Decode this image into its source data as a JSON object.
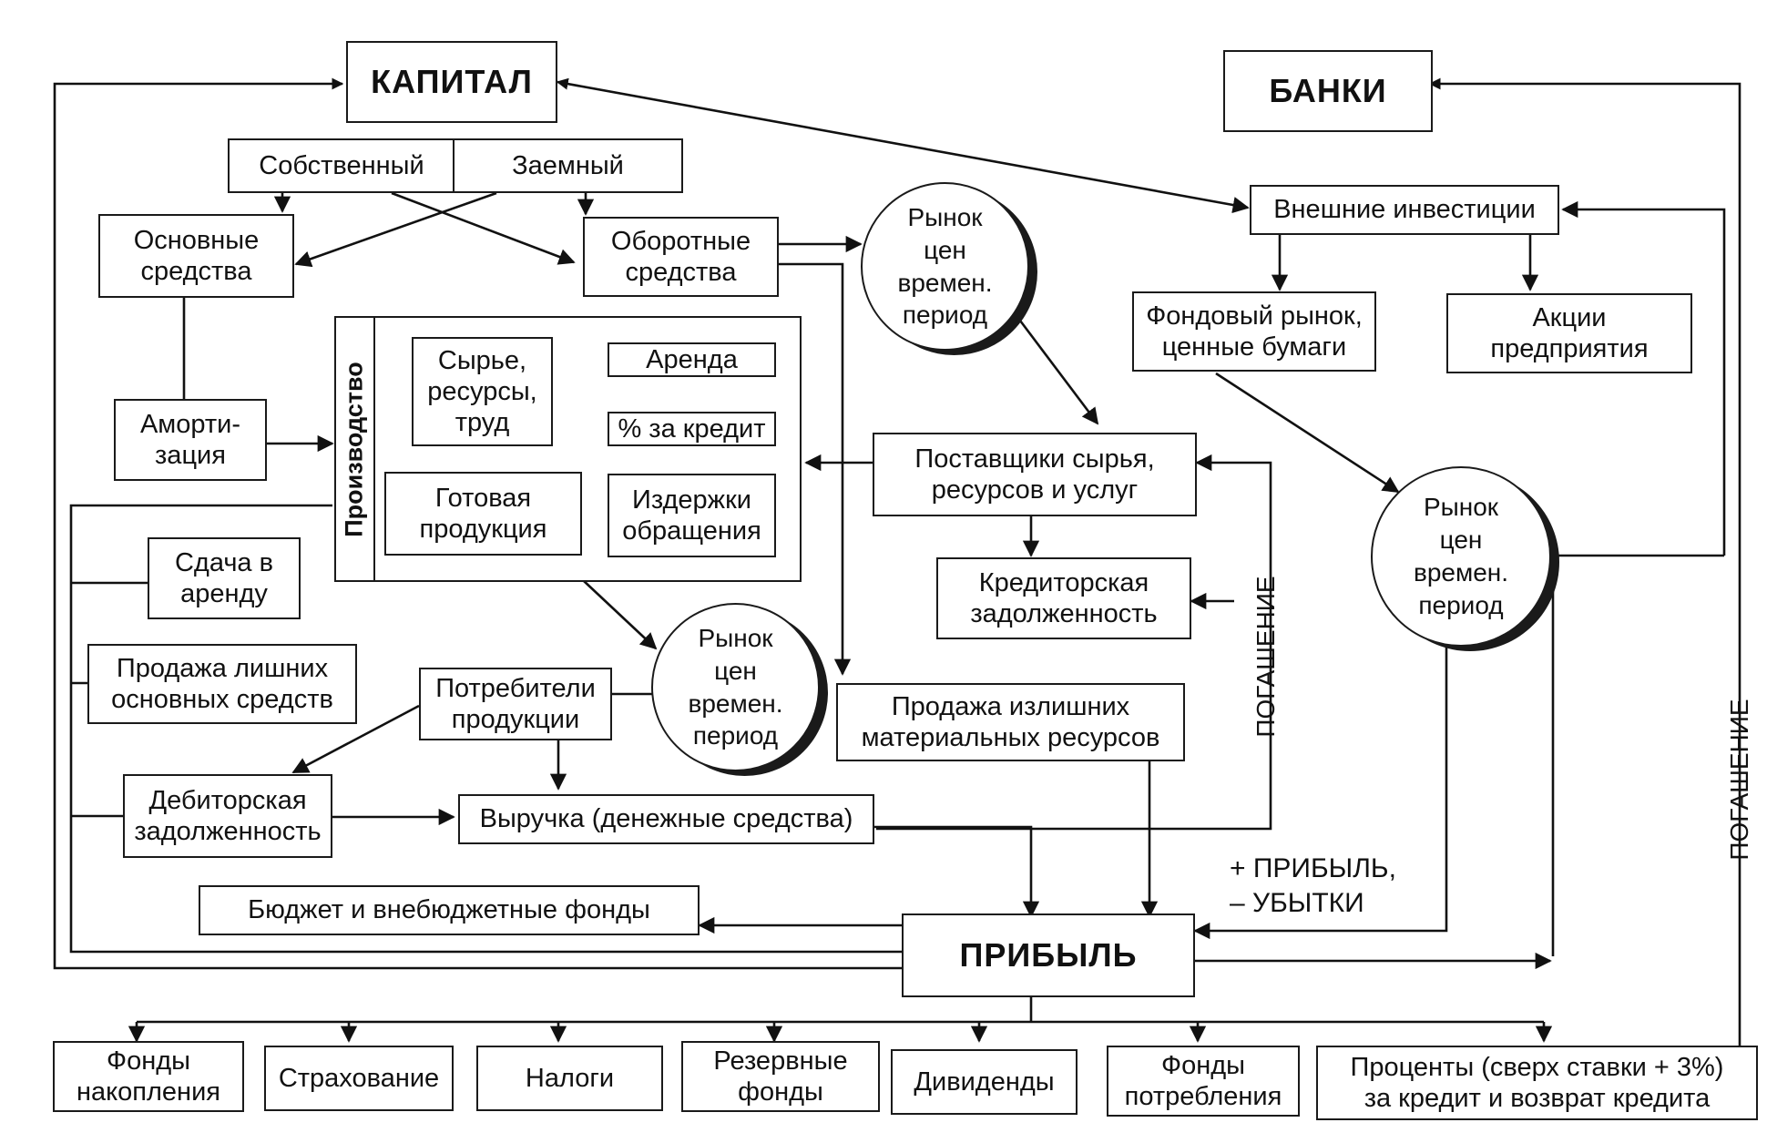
{
  "capital": "КАПИТАЛ",
  "banks": "БАНКИ",
  "own": "Собственный",
  "borrowed": "Заемный",
  "fixed_assets": "Основные\nсредства",
  "working_assets": "Оборотные\nсредства",
  "market_price_label": "Рынок\nцен\nвремен.\nпериод",
  "external_investments": "Внешние инвестиции",
  "stock_market": "Фондовый рынок,\nценные бумаги",
  "company_shares": "Акции\nпредприятия",
  "depreciation": "Аморти-\nзация",
  "production": "Производство",
  "raw_materials": "Сырье,\nресурсы,\nтруд",
  "rent": "Аренда",
  "loan_interest": "% за кредит",
  "finished_goods": "Готовая\nпродукция",
  "distribution_costs": "Издержки\nобращения",
  "suppliers": "Поставщики сырья,\nресурсов и услуг",
  "payables": "Кредиторская\nзадолженность",
  "leasing_out": "Сдача в\nаренду",
  "sale_fixed": "Продажа лишних\nосновных средств",
  "consumers": "Потребители\nпродукции",
  "sale_materials": "Продажа излишних\nматериальных ресурсов",
  "receivables": "Дебиторская\nзадолженность",
  "revenue": "Выручка (денежные средства)",
  "repayment": "ПОГАШЕНИЕ",
  "profit_loss": "+ ПРИБЫЛЬ,\n– УБЫТКИ",
  "budget": "Бюджет и внебюджетные фонды",
  "profit": "ПРИБЫЛЬ",
  "accumulation_funds": "Фонды\nнакопления",
  "insurance": "Страхование",
  "taxes": "Налоги",
  "reserve_funds": "Резервные\nфонды",
  "dividends": "Дивиденды",
  "consumption_funds": "Фонды\nпотребления",
  "interest_repayment": "Проценты (сверх ставки + 3%)\nза кредит и возврат кредита"
}
